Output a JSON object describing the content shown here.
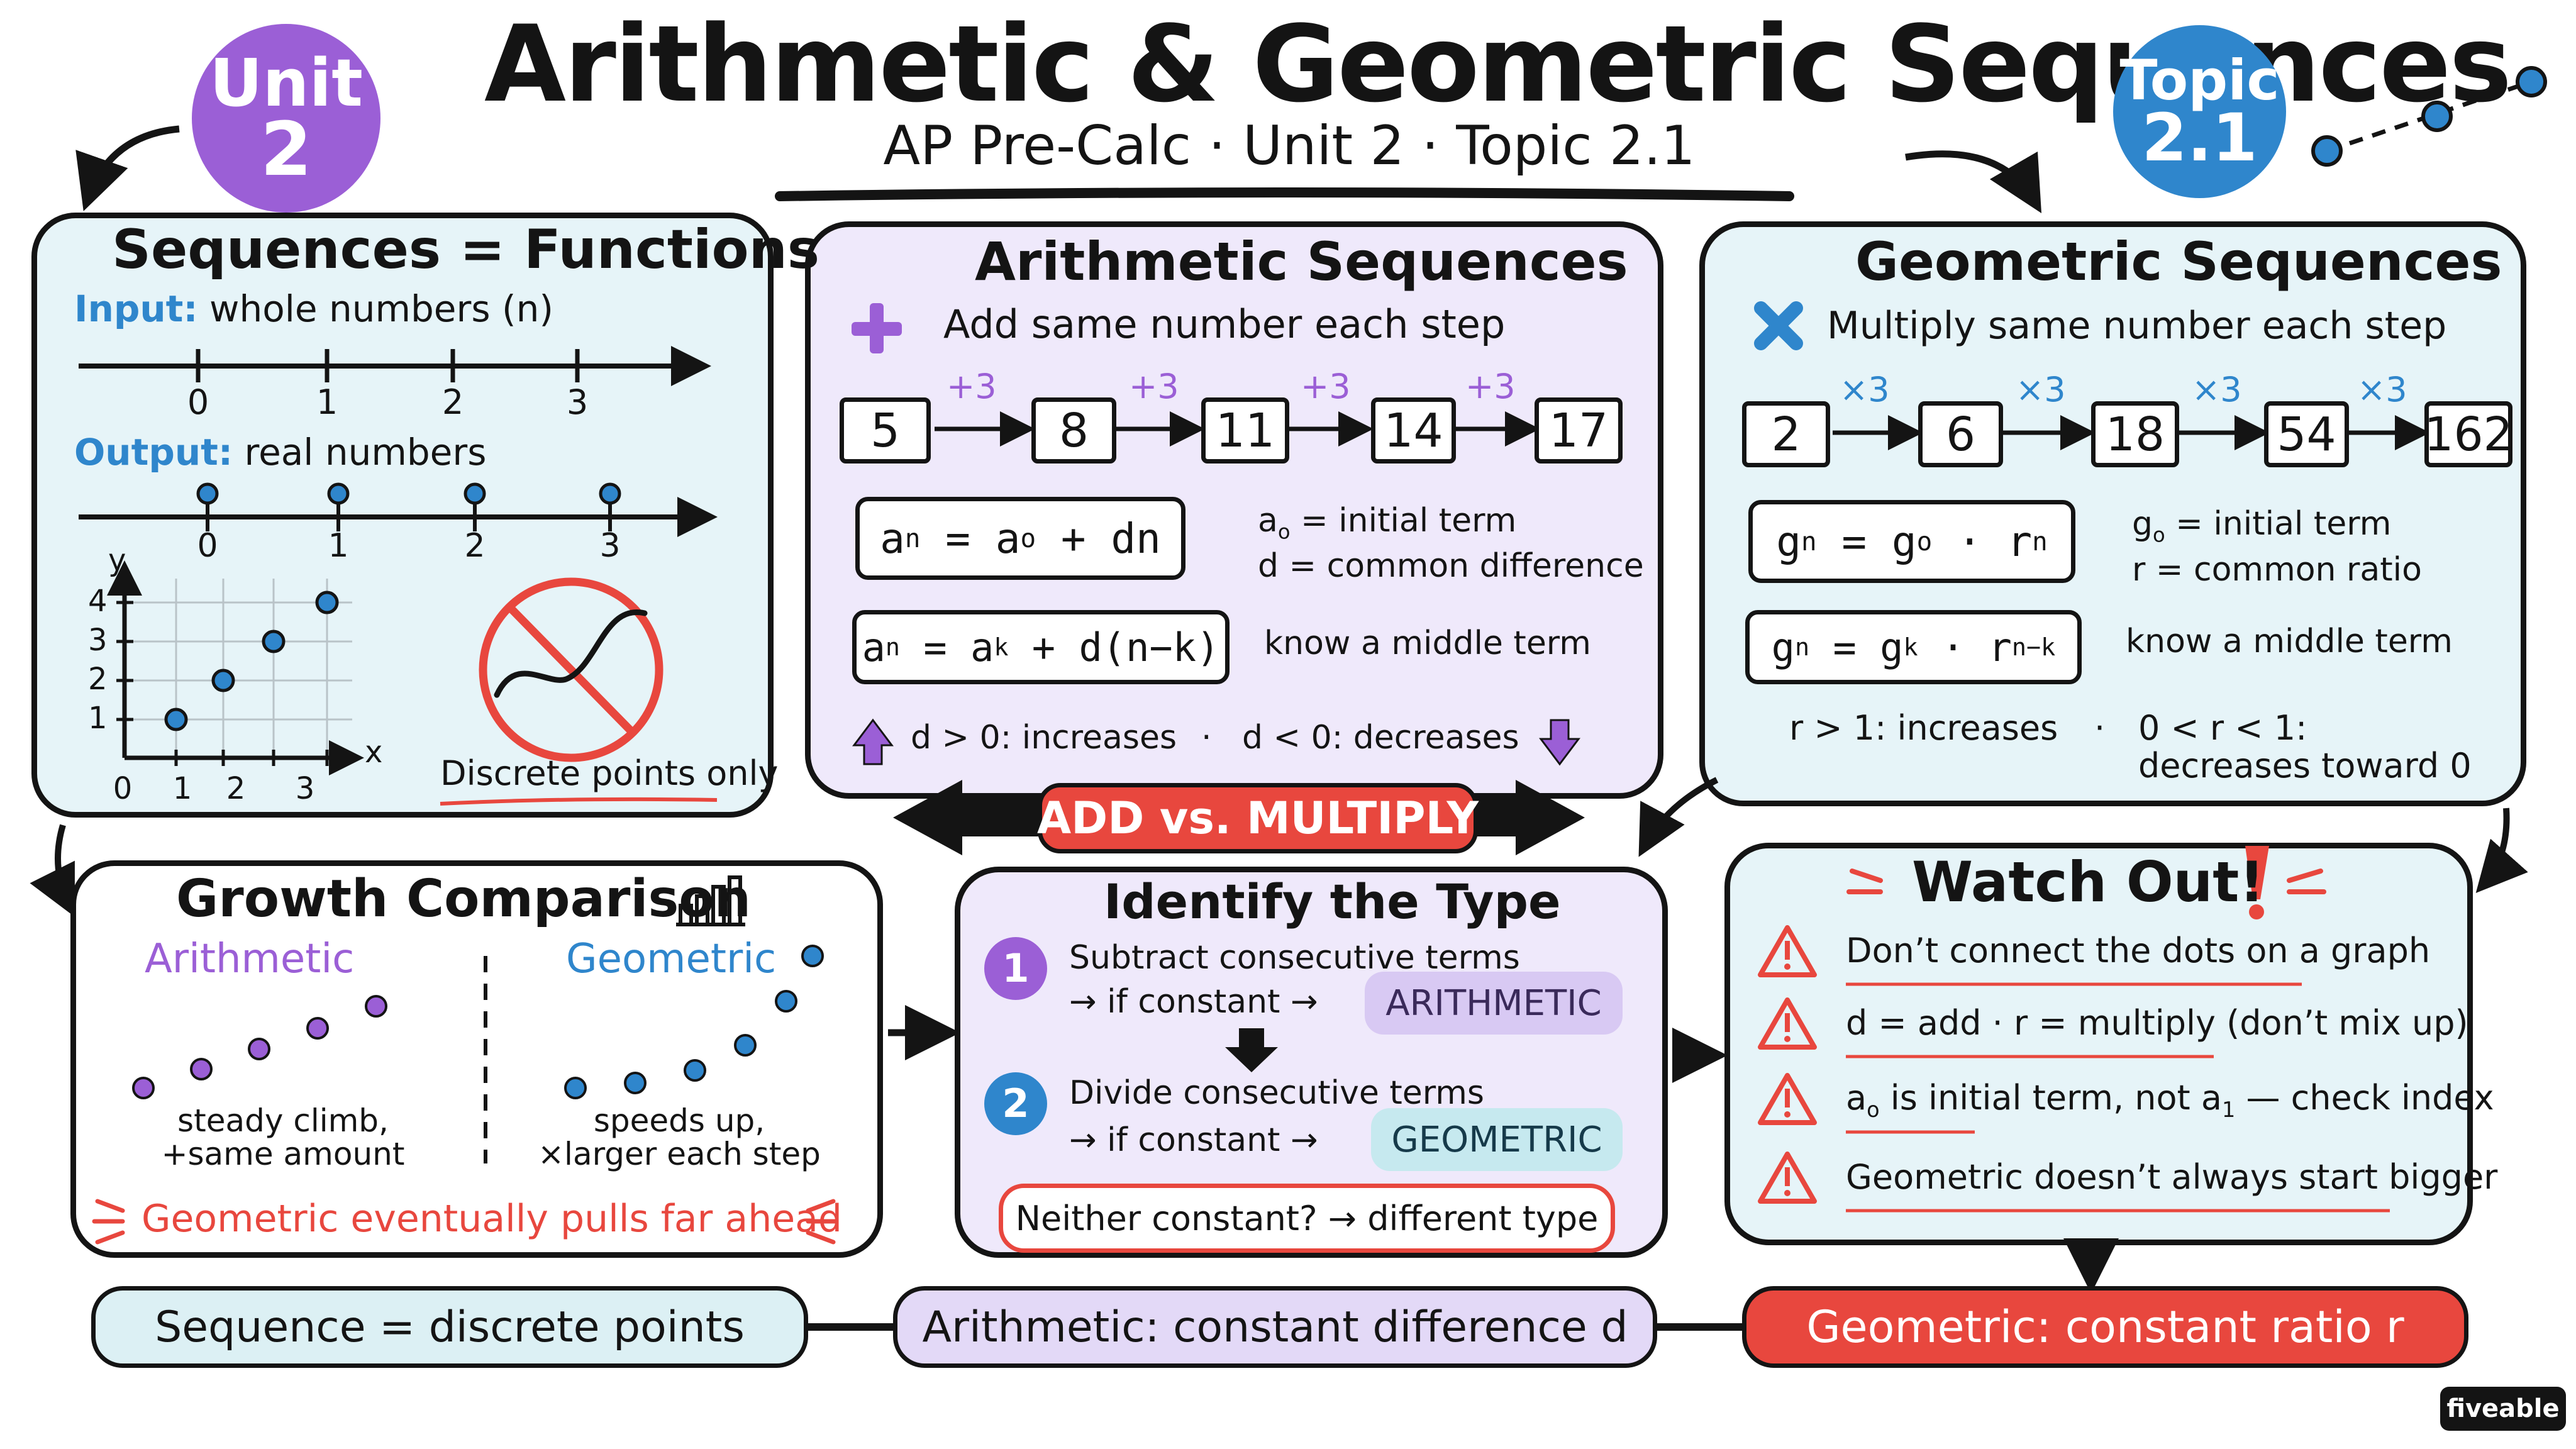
{
  "header": {
    "title": "Arithmetic & Geometric Sequences",
    "subtitle": "AP Pre-Calc · Unit 2 · Topic 2.1",
    "unit_badge": {
      "line1": "Unit",
      "line2": "2"
    },
    "topic_badge": {
      "line1": "Topic",
      "line2": "2.1"
    }
  },
  "functions_panel": {
    "title": "Sequences = Functions",
    "input_label": "Input:",
    "input_text": "whole numbers (n)",
    "input_ticks": [
      "0",
      "1",
      "2",
      "3"
    ],
    "output_label": "Output:",
    "output_text": "real numbers",
    "output_ticks": [
      "0",
      "1",
      "2",
      "3"
    ],
    "graph": {
      "y_label": "y",
      "x_label": "x",
      "y_ticks": [
        "4",
        "3",
        "2",
        "1"
      ],
      "x_ticks": [
        "0",
        "1",
        "2",
        "3"
      ]
    },
    "discrete_note": "Discrete points only"
  },
  "arithmetic_panel": {
    "title": "Arithmetic Sequences",
    "rule": "Add same number each step",
    "terms": [
      "5",
      "8",
      "11",
      "14",
      "17"
    ],
    "step": "+3",
    "formula1": {
      "a": "a",
      "n": "n",
      "eq": " = ",
      "a2": "a",
      "zero": "o",
      "rest": " + dn"
    },
    "formula1_notes": [
      "a",
      "o",
      " = initial term",
      "d = common difference"
    ],
    "formula2": {
      "a": "a",
      "n": "n",
      "eq": " = ",
      "a2": "a",
      "k": "k",
      "rest": " + d(n−k)"
    },
    "formula2_note": "know a middle term",
    "trend_inc": "d > 0: increases",
    "trend_sep": "·",
    "trend_dec": "d < 0: decreases"
  },
  "geometric_panel": {
    "title": "Geometric Sequences",
    "rule": "Multiply same number each step",
    "terms": [
      "2",
      "6",
      "18",
      "54",
      "162"
    ],
    "step": "×3",
    "formula1": {
      "g": "g",
      "n": "n",
      "eq": " = ",
      "g2": "g",
      "zero": "o",
      "dot": " · r",
      "exp": "n"
    },
    "formula1_notes": [
      "g",
      "o",
      " = initial term",
      "r = common ratio"
    ],
    "formula2": {
      "g": "g",
      "n": "n",
      "eq": " = ",
      "g2": "g",
      "k": "k",
      "dot": " · r",
      "exp": "n−k"
    },
    "formula2_note": "know a middle term",
    "trend_inc": "r > 1: increases",
    "trend_sep": "·",
    "trend_dec_1": "0 < r < 1:",
    "trend_dec_2": "decreases toward 0"
  },
  "center_banner": "ADD vs. MULTIPLY",
  "growth_panel": {
    "title": "Growth Comparison",
    "arith_label": "Arithmetic",
    "arith_desc_1": "steady climb,",
    "arith_desc_2": "+same amount",
    "geo_label": "Geometric",
    "geo_desc_1": "speeds up,",
    "geo_desc_2": "×larger each step",
    "note": "Geometric eventually pulls far ahead"
  },
  "identify_panel": {
    "title": "Identify the Type",
    "step1_num": "1",
    "step1_text": "Subtract consecutive terms",
    "step1_cond": "→ if constant →",
    "step1_result": "ARITHMETIC",
    "step2_num": "2",
    "step2_text": "Divide consecutive terms",
    "step2_cond": "→ if constant →",
    "step2_result": "GEOMETRIC",
    "neither": "Neither constant? → different type"
  },
  "watch_panel": {
    "title": "Watch Out!",
    "warnings": [
      {
        "text": "Don’t connect the dots on a graph"
      },
      {
        "text": "d = add · r = multiply (don’t mix up)"
      },
      {
        "pre": "a",
        "sub1": "o",
        "mid": " is initial term, not a",
        "sub2": "1",
        "post": " — check index"
      },
      {
        "text": "Geometric doesn’t always start bigger"
      }
    ]
  },
  "footer": {
    "left": "Sequence = discrete points",
    "middle": "Arithmetic: constant difference d",
    "right": "Geometric: constant ratio r"
  },
  "brand": "fiveable",
  "colors": {
    "purple": "#9b5fd6",
    "blue": "#2f86cc",
    "red": "#e8473e",
    "panel_blue": "#e6f4f8",
    "panel_purple": "#efe9fb"
  }
}
